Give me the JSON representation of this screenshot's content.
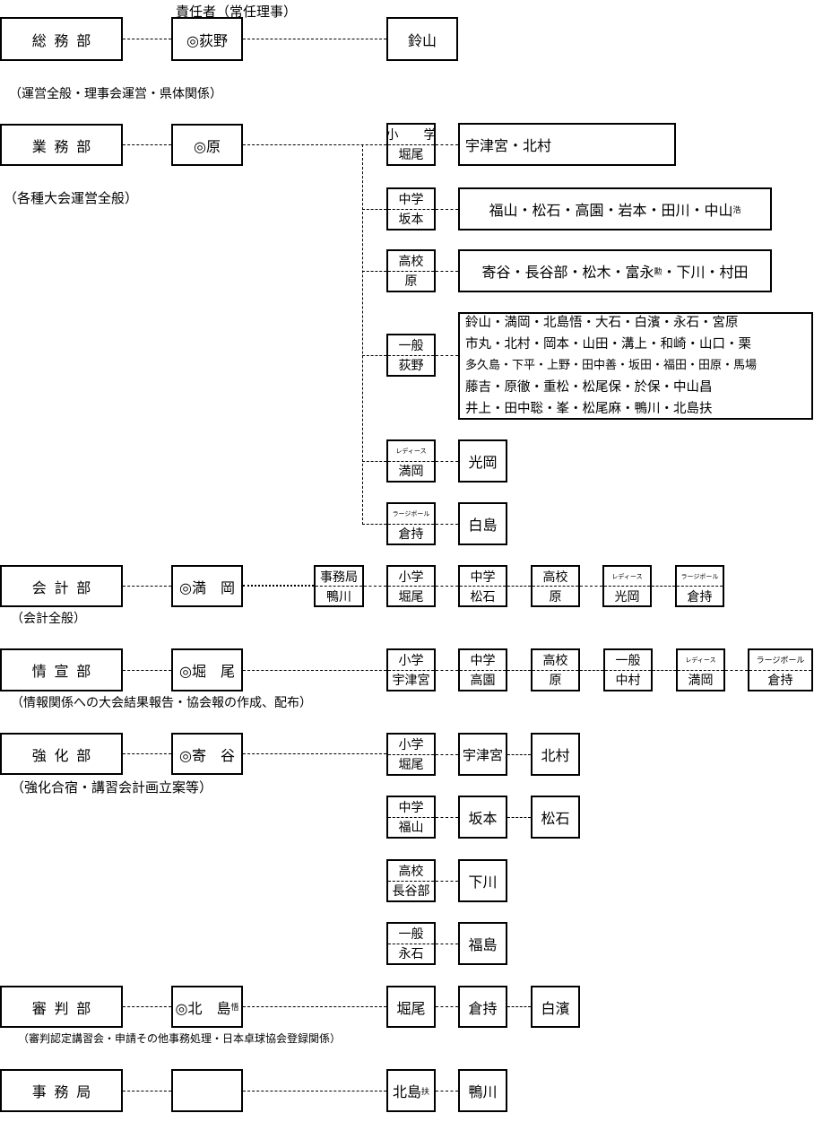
{
  "header": {
    "responsible": "責任者（常任理事）"
  },
  "soumu": {
    "dept": "総務部",
    "chief": "◎荻野",
    "member": "鈴山",
    "note": "（運営全般・理事会運営・県体関係）"
  },
  "gyoumu": {
    "dept": "業務部",
    "chief": "◎原",
    "note": "（各種大会運営全般）",
    "groups": [
      {
        "top": "小　学",
        "bottom": "堀尾",
        "members": "宇津宮・北村"
      },
      {
        "top": "中学",
        "bottom": "坂本",
        "members": "福山・松石・高園・岩本・田川・中山",
        "suffix": "浩"
      },
      {
        "top": "高校",
        "bottom": "原",
        "members_a": "寄谷・長谷部・松木・富永",
        "suffix": "勲",
        "members_b": "・下川・村田"
      },
      {
        "top": "一般",
        "bottom": "荻野",
        "lines": [
          "鈴山・満岡・北島悟・大石・白濱・永石・宮原",
          "市丸・北村・岡本・山田・溝上・和崎・山口・栗",
          "多久島・下平・上野・田中善・坂田・福田・田原・馬場",
          "藤吉・原徹・重松・松尾保・於保・中山昌",
          "井上・田中聡・峯・松尾麻・鴨川・北島扶"
        ]
      },
      {
        "top": "レディース",
        "bottom": "満岡",
        "members": "光岡"
      },
      {
        "top": "ラージボール",
        "bottom": "倉持",
        "members": "白島"
      }
    ]
  },
  "kaikei": {
    "dept": "会計部",
    "chief": "◎満　岡",
    "note": "（会計全般）",
    "office": {
      "top": "事務局",
      "bottom": "鴨川"
    },
    "units": [
      {
        "top": "小学",
        "bottom": "堀尾"
      },
      {
        "top": "中学",
        "bottom": "松石"
      },
      {
        "top": "高校",
        "bottom": "原"
      },
      {
        "top": "レディース",
        "bottom": "光岡"
      },
      {
        "top": "ラージボール",
        "bottom": "倉持"
      }
    ]
  },
  "jouhou": {
    "dept": "情宣部",
    "chief": "◎堀　尾",
    "note": "（情報関係への大会結果報告・協会報の作成、配布）",
    "units": [
      {
        "top": "小学",
        "bottom": "宇津宮"
      },
      {
        "top": "中学",
        "bottom": "高園"
      },
      {
        "top": "高校",
        "bottom": "原"
      },
      {
        "top": "一般",
        "bottom": "中村"
      },
      {
        "top": "レディース",
        "bottom": "満岡"
      },
      {
        "top": "ラージボール",
        "bottom": "倉持"
      }
    ]
  },
  "kyouka": {
    "dept": "強化部",
    "chief": "◎寄　谷",
    "note": "（強化合宿・講習会計画立案等）",
    "rows": [
      {
        "top": "小学",
        "bottom": "堀尾",
        "m1": "宇津宮",
        "m2": "北村"
      },
      {
        "top": "中学",
        "bottom": "福山",
        "m1": "坂本",
        "m2": "松石"
      },
      {
        "top": "高校",
        "bottom": "長谷部",
        "m1": "下川"
      },
      {
        "top": "一般",
        "bottom": "永石",
        "m1": "福島"
      }
    ]
  },
  "shinpan": {
    "dept": "審判部",
    "chief": "◎北　島",
    "chief_suffix": "悟",
    "members": [
      "堀尾",
      "倉持",
      "白濱"
    ],
    "note": "（審判認定講習会・申請その他事務処理・日本卓球協会登録関係）"
  },
  "jimu": {
    "dept": "事務局",
    "chief": "",
    "member1": "北島",
    "member1_suffix": "扶",
    "member2": "鴨川"
  }
}
